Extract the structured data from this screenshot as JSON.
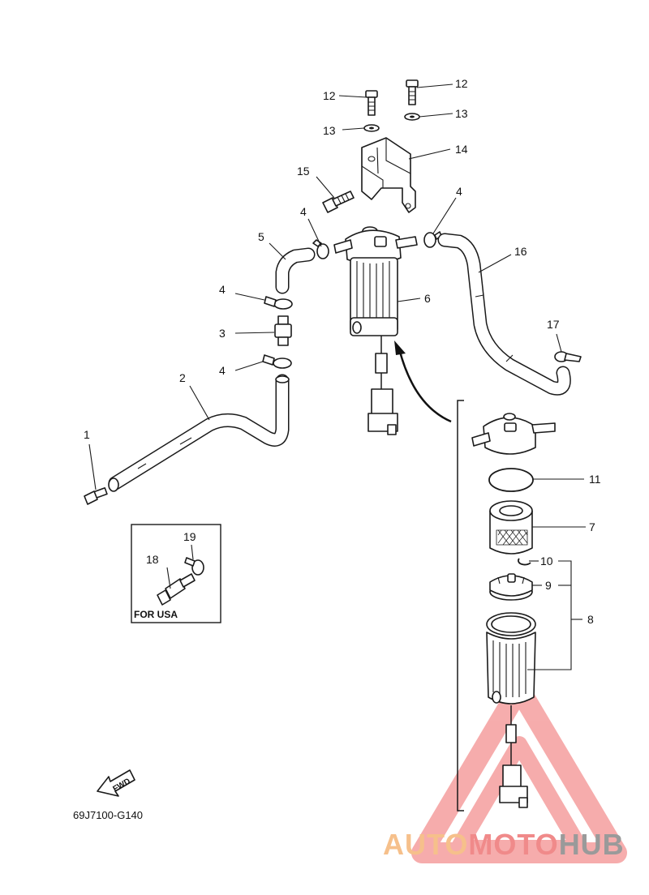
{
  "callouts": {
    "c1": "1",
    "c2": "2",
    "c3": "3",
    "c4a": "4",
    "c4b": "4",
    "c4c": "4",
    "c4d": "4",
    "c5": "5",
    "c6": "6",
    "c7": "7",
    "c8": "8",
    "c9": "9",
    "c10": "10",
    "c11": "11",
    "c12a": "12",
    "c12b": "12",
    "c13a": "13",
    "c13b": "13",
    "c14": "14",
    "c15": "15",
    "c16": "16",
    "c17": "17",
    "c18": "18",
    "c19": "19"
  },
  "inset": {
    "label": "FOR USA"
  },
  "fwd_label": "FWD",
  "diagram_code": "69J7100-G140",
  "watermark": {
    "part1": "AUTO",
    "part2": "MOTO",
    "part3": "HUB",
    "color1": "#f6c08b",
    "color2": "#f08a8a",
    "color3": "#9a9a9a"
  }
}
